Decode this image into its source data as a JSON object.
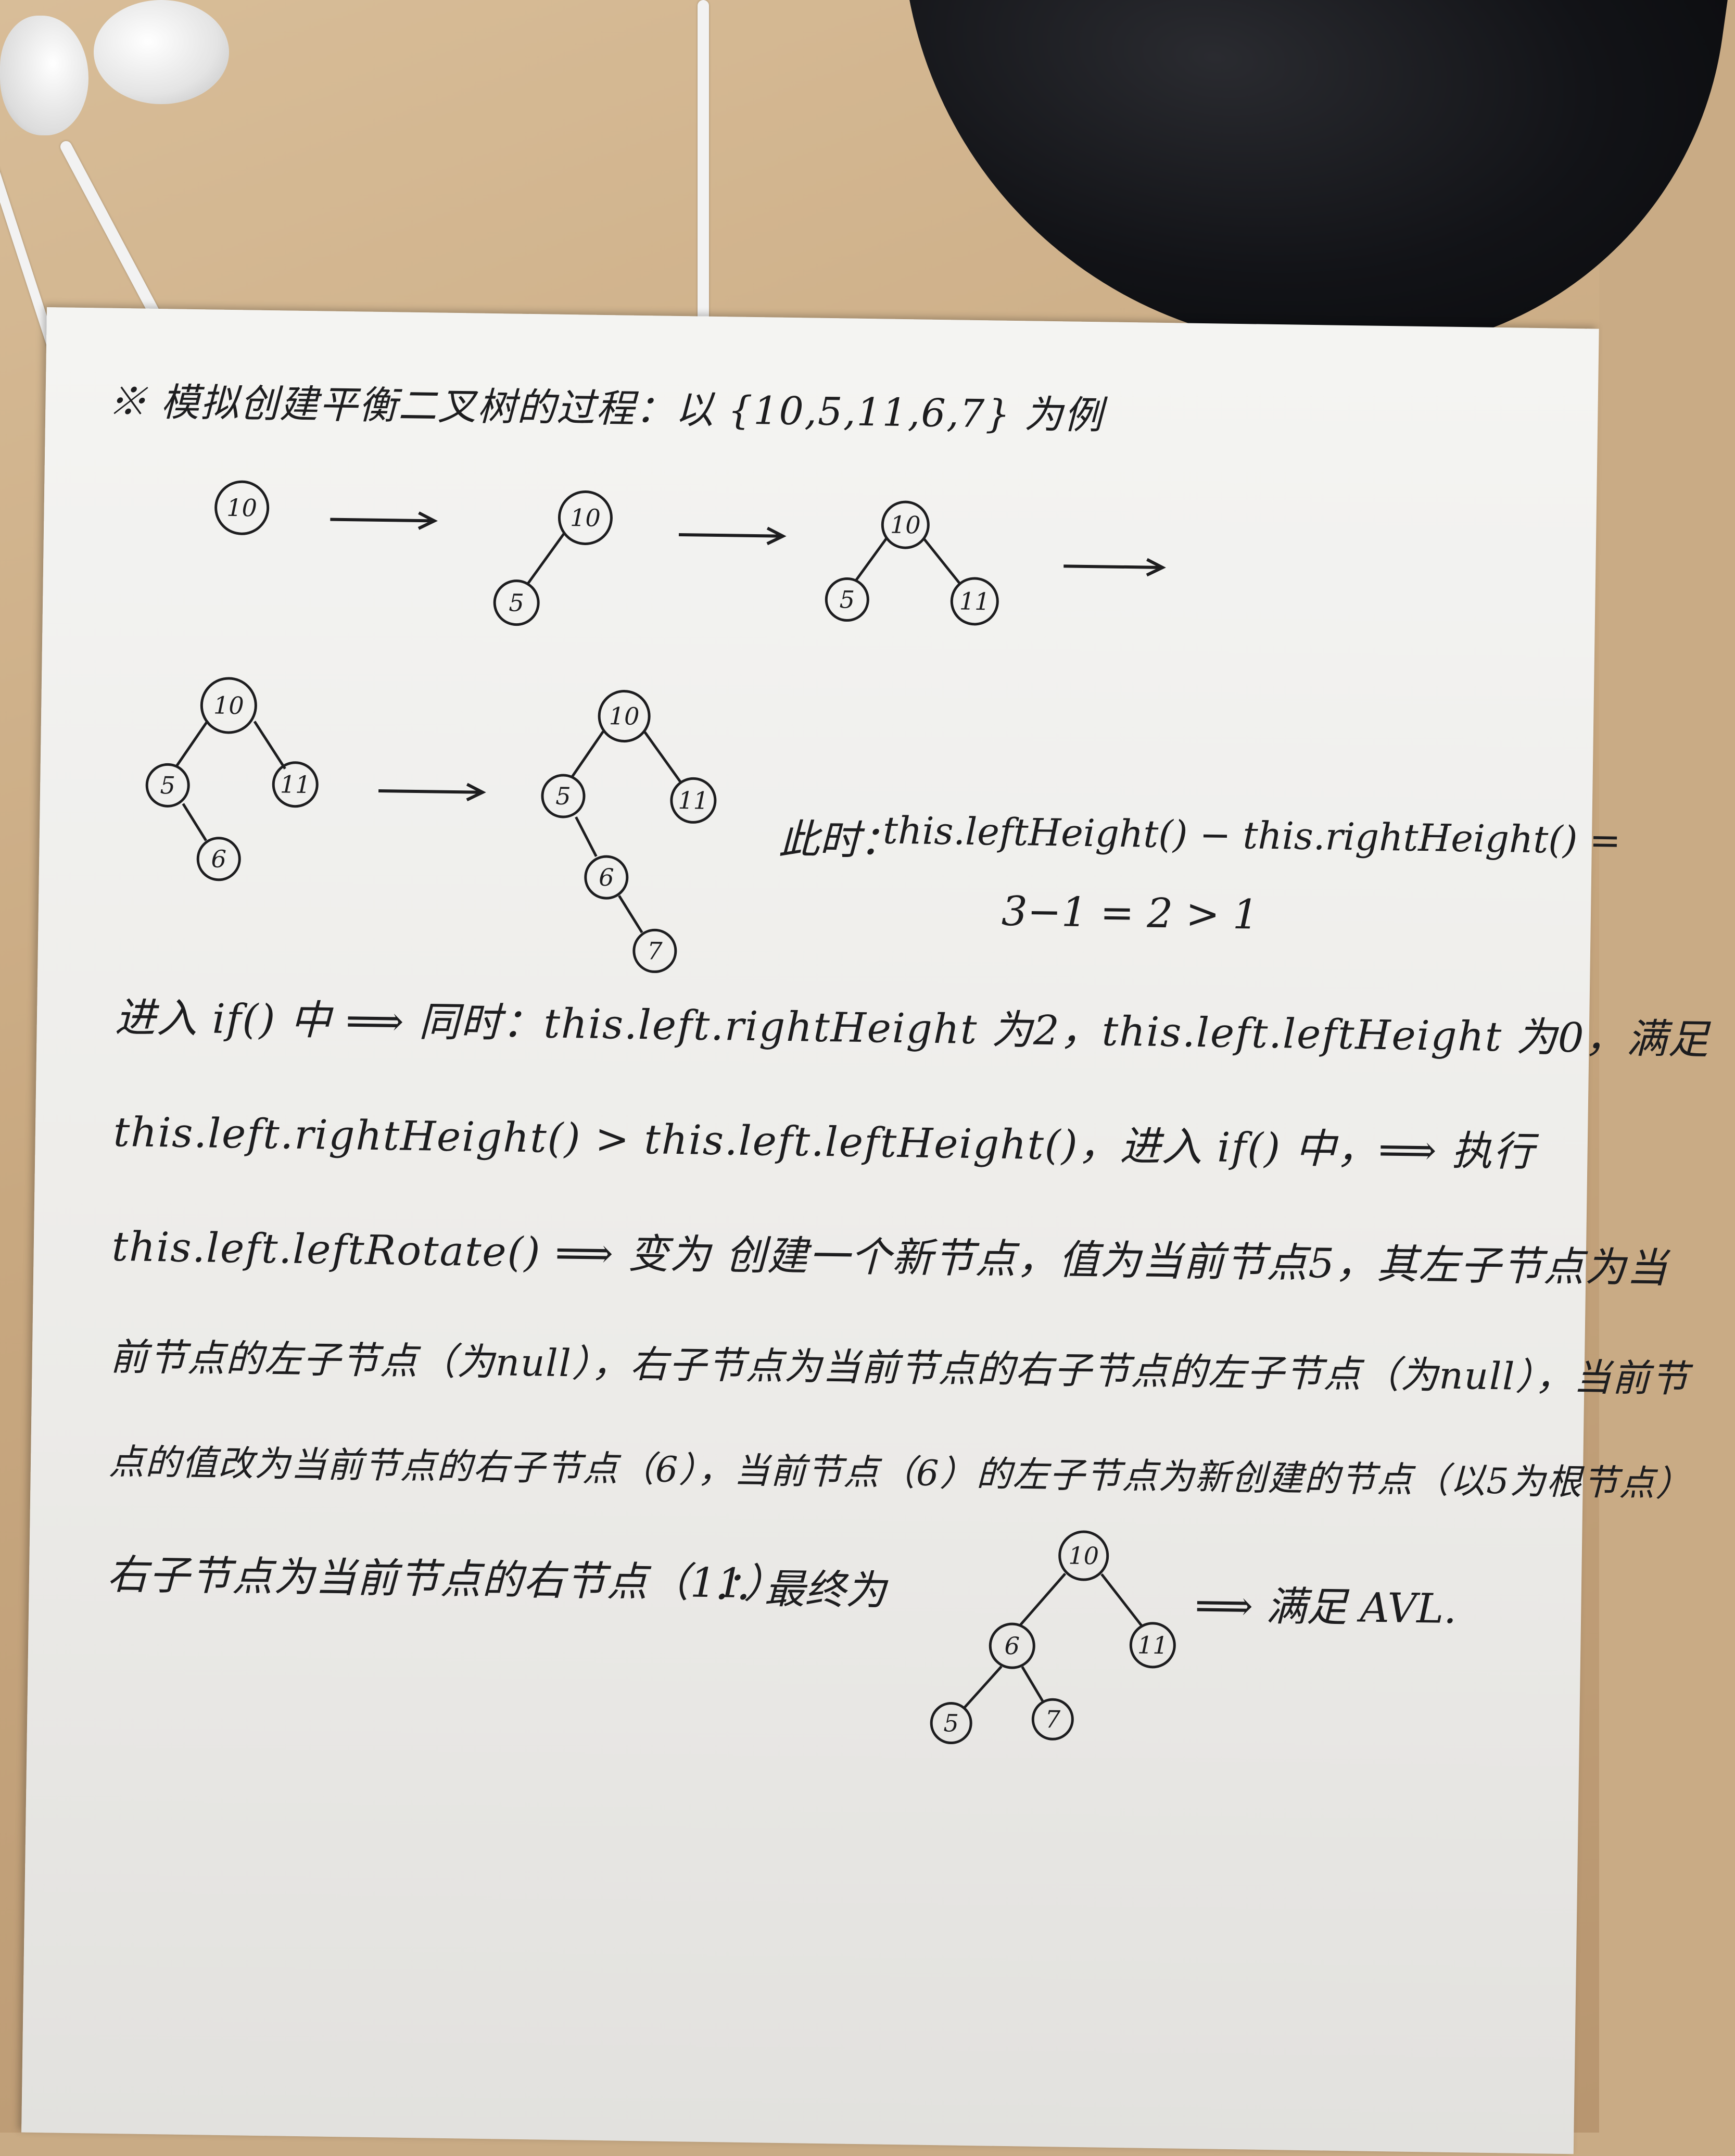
{
  "title": "※ 模拟创建平衡二叉树的过程：以 {10,5,11,6,7} 为例",
  "snapshot_note": {
    "label": "此时：",
    "expr": "this.leftHeight() − this.rightHeight() =",
    "result": "3−1 = 2 > 1"
  },
  "explanation": [
    "进入 if() 中 ⟹ 同时：this.left.rightHeight 为2，this.left.leftHeight 为0，满足",
    "this.left.rightHeight() > this.left.leftHeight()，进入 if() 中，⟹ 执行",
    "this.left.leftRotate() ⟹ 变为 创建一个新节点，值为当前节点5，其左子节点为当",
    "前节点的左子节点（为null），右子节点为当前节点的右子节点的左子节点（为null），当前节",
    "点的值改为当前节点的右子节点（6），当前节点（6）的左子节点为新创建的节点（以5为根节点）",
    "右子节点为当前节点的右节点（11）"
  ],
  "conclusion": {
    "label": "∴ 最终为",
    "result": "⟹ 满足 AVL."
  },
  "trees": [
    {
      "id": "t1",
      "nodes": [
        "10"
      ]
    },
    {
      "id": "t2",
      "nodes": [
        "10",
        "5"
      ]
    },
    {
      "id": "t3",
      "nodes": [
        "10",
        "5",
        "11"
      ]
    },
    {
      "id": "t4",
      "nodes": [
        "10",
        "5",
        "11",
        "6"
      ]
    },
    {
      "id": "t5",
      "nodes": [
        "10",
        "5",
        "11",
        "6",
        "7"
      ]
    },
    {
      "id": "t6",
      "nodes": [
        "10",
        "6",
        "11",
        "5",
        "7"
      ]
    }
  ],
  "colors": {
    "ink": "#1d1d1f",
    "paper": "#efeeeb",
    "desk": "#c9ab85"
  }
}
